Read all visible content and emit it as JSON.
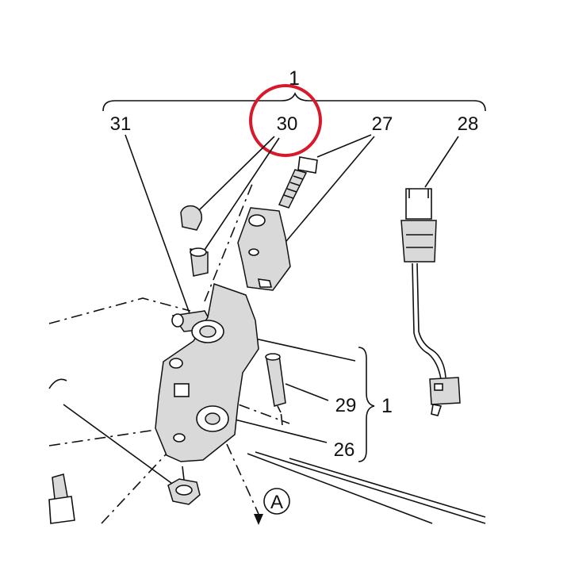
{
  "diagram": {
    "labels": {
      "assembly_top": "1",
      "assembly_side": "1",
      "p31": "31",
      "p30": "30",
      "p27": "27",
      "p28": "28",
      "p29": "29",
      "p26": "26",
      "view_a": "A"
    },
    "highlight_color": "#d8192c",
    "line_color": "#111111",
    "part_fill_color": "#d9d9d9"
  }
}
